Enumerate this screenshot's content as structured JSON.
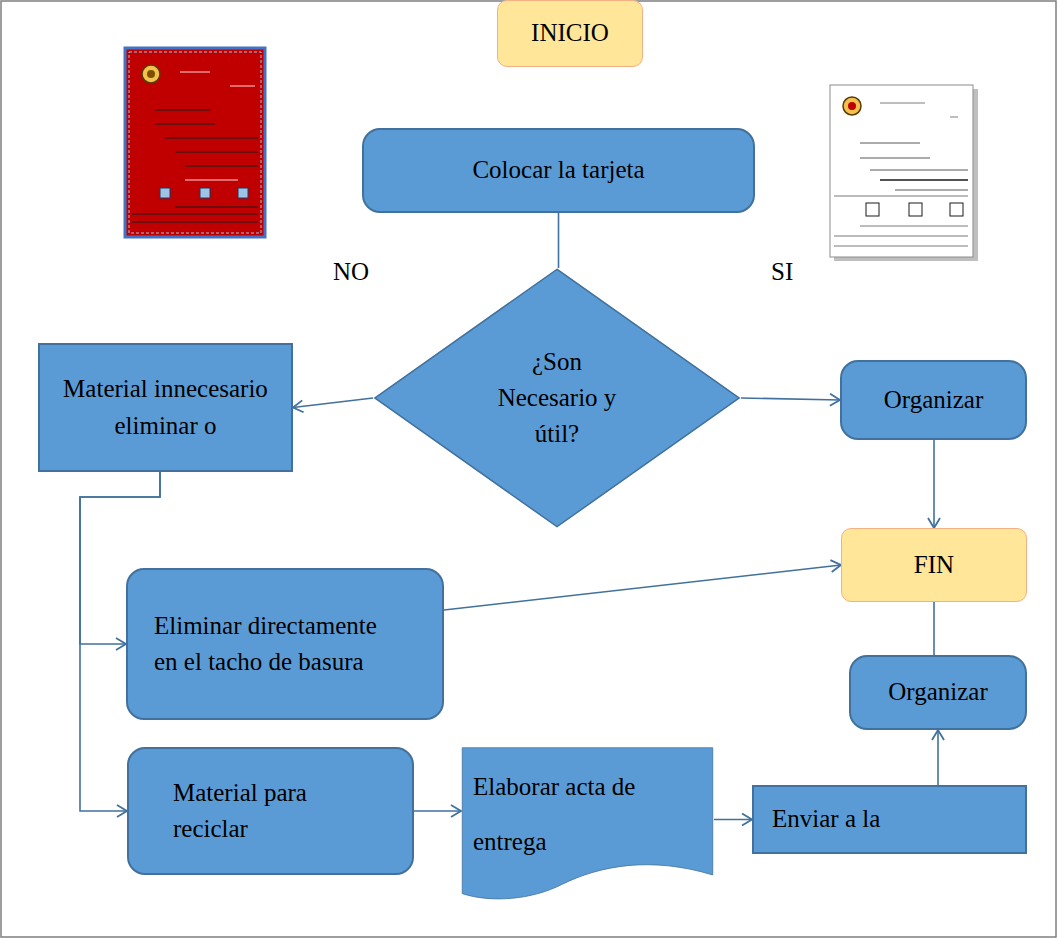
{
  "diagram": {
    "nodes": [
      {
        "text": [
          "INICIO"
        ]
      },
      {
        "text": [
          "Colocar la tarjeta"
        ]
      },
      {
        "text": [
          "¿Son Necesario y útil?"
        ]
      },
      {
        "text": [
          "Material innecesario eliminar o"
        ]
      },
      {
        "text": [
          "Organizar"
        ]
      },
      {
        "text": [
          "FIN"
        ]
      },
      {
        "text": [
          "Eliminar directamente en el tacho de basura"
        ]
      },
      {
        "text": [
          "Organizar"
        ]
      },
      {
        "text": [
          "Material para reciclar"
        ]
      },
      {
        "text": [
          "Elaborar acta de entrega"
        ]
      },
      {
        "text": [
          "Enviar a la"
        ]
      }
    ],
    "edges": [
      {
        "from": 1,
        "to": 2,
        "arrow": "none"
      },
      {
        "from": 2,
        "to": 3,
        "arrow": "to"
      },
      {
        "from": 2,
        "to": 4,
        "arrow": "to"
      },
      {
        "from": 4,
        "to": 5,
        "arrow": "to"
      },
      {
        "from": 3,
        "to": 6,
        "arrow": "to"
      },
      {
        "from": 3,
        "to": 8,
        "arrow": "to"
      },
      {
        "from": 6,
        "to": 5,
        "arrow": "to"
      },
      {
        "from": 8,
        "to": 9,
        "arrow": "to"
      },
      {
        "from": 9,
        "to": 10,
        "arrow": "to"
      },
      {
        "from": 10,
        "to": 7,
        "arrow": "to"
      },
      {
        "from": 7,
        "to": 5,
        "arrow": "none"
      }
    ],
    "labels": [
      "NO",
      "SI"
    ]
  }
}
